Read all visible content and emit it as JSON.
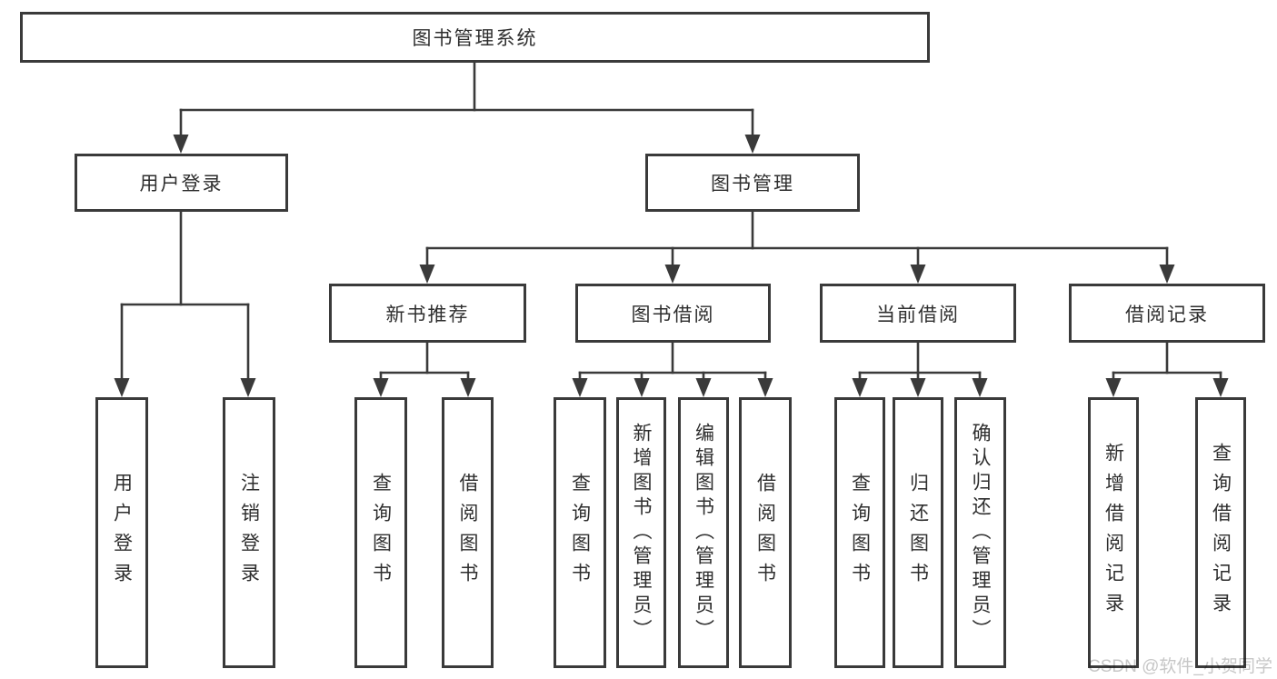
{
  "diagram": {
    "title": "图书管理系统",
    "nodes": [
      {
        "id": "root",
        "label": "图书管理系统"
      },
      {
        "id": "user-login",
        "label": "用户登录"
      },
      {
        "id": "book-management",
        "label": "图书管理"
      },
      {
        "id": "new-book-recommend",
        "label": "新书推荐"
      },
      {
        "id": "book-borrow",
        "label": "图书借阅"
      },
      {
        "id": "current-borrow",
        "label": "当前借阅"
      },
      {
        "id": "borrow-records",
        "label": "借阅记录"
      },
      {
        "id": "leaf-user-login",
        "label": "用户登录"
      },
      {
        "id": "leaf-logout",
        "label": "注销登录"
      },
      {
        "id": "leaf-query-book-1",
        "label": "查询图书"
      },
      {
        "id": "leaf-borrow-book-1",
        "label": "借阅图书"
      },
      {
        "id": "leaf-query-book-2",
        "label": "查询图书"
      },
      {
        "id": "leaf-add-book-admin",
        "label": "新增图书（管理员）"
      },
      {
        "id": "leaf-edit-book-admin",
        "label": "编辑图书（管理员）"
      },
      {
        "id": "leaf-borrow-book-2",
        "label": "借阅图书"
      },
      {
        "id": "leaf-query-book-3",
        "label": "查询图书"
      },
      {
        "id": "leaf-return-book",
        "label": "归还图书"
      },
      {
        "id": "leaf-confirm-return-admin",
        "label": "确认归还（管理员）"
      },
      {
        "id": "leaf-add-borrow-record",
        "label": "新增借阅记录"
      },
      {
        "id": "leaf-query-borrow-record",
        "label": "查询借阅记录"
      }
    ],
    "edges": [
      [
        "root",
        "user-login"
      ],
      [
        "root",
        "book-management"
      ],
      [
        "user-login",
        "leaf-user-login"
      ],
      [
        "user-login",
        "leaf-logout"
      ],
      [
        "book-management",
        "new-book-recommend"
      ],
      [
        "book-management",
        "book-borrow"
      ],
      [
        "book-management",
        "current-borrow"
      ],
      [
        "book-management",
        "borrow-records"
      ],
      [
        "new-book-recommend",
        "leaf-query-book-1"
      ],
      [
        "new-book-recommend",
        "leaf-borrow-book-1"
      ],
      [
        "book-borrow",
        "leaf-query-book-2"
      ],
      [
        "book-borrow",
        "leaf-add-book-admin"
      ],
      [
        "book-borrow",
        "leaf-edit-book-admin"
      ],
      [
        "book-borrow",
        "leaf-borrow-book-2"
      ],
      [
        "current-borrow",
        "leaf-query-book-3"
      ],
      [
        "current-borrow",
        "leaf-return-book"
      ],
      [
        "current-borrow",
        "leaf-confirm-return-admin"
      ],
      [
        "borrow-records",
        "leaf-add-borrow-record"
      ],
      [
        "borrow-records",
        "leaf-query-borrow-record"
      ]
    ]
  },
  "watermark": {
    "text": "CSDN @软件_小贺同学"
  },
  "colors": {
    "line": "#3a3a3a",
    "box_border": "#3a3a3a",
    "text": "#2e2e2e",
    "watermark": "#c7c7c7",
    "background": "#ffffff"
  }
}
